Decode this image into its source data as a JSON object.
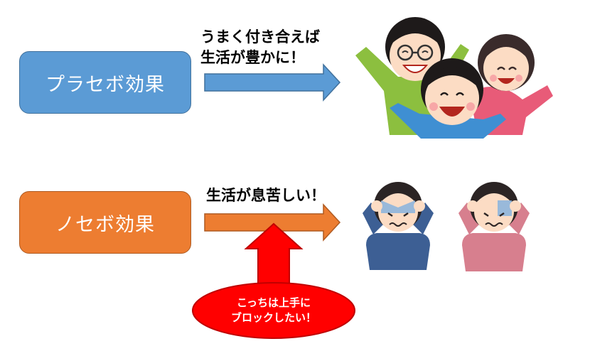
{
  "placebo": {
    "label": "プラセボ効果",
    "caption_line1": "うまく付き合えば",
    "caption_line2": "生活が豊かに！"
  },
  "nocebo": {
    "label": "ノセボ効果",
    "caption": "生活が息苦しい！"
  },
  "callout": {
    "line1": "こっちは上手に",
    "line2": "ブロックしたい！"
  },
  "colors": {
    "placebo_fill": "#5b9bd5",
    "nocebo_fill": "#ed7d31",
    "callout_fill": "#ff0000"
  },
  "illustrations": {
    "happy": "happy-family-illustration",
    "worried": "worried-couple-illustration"
  }
}
